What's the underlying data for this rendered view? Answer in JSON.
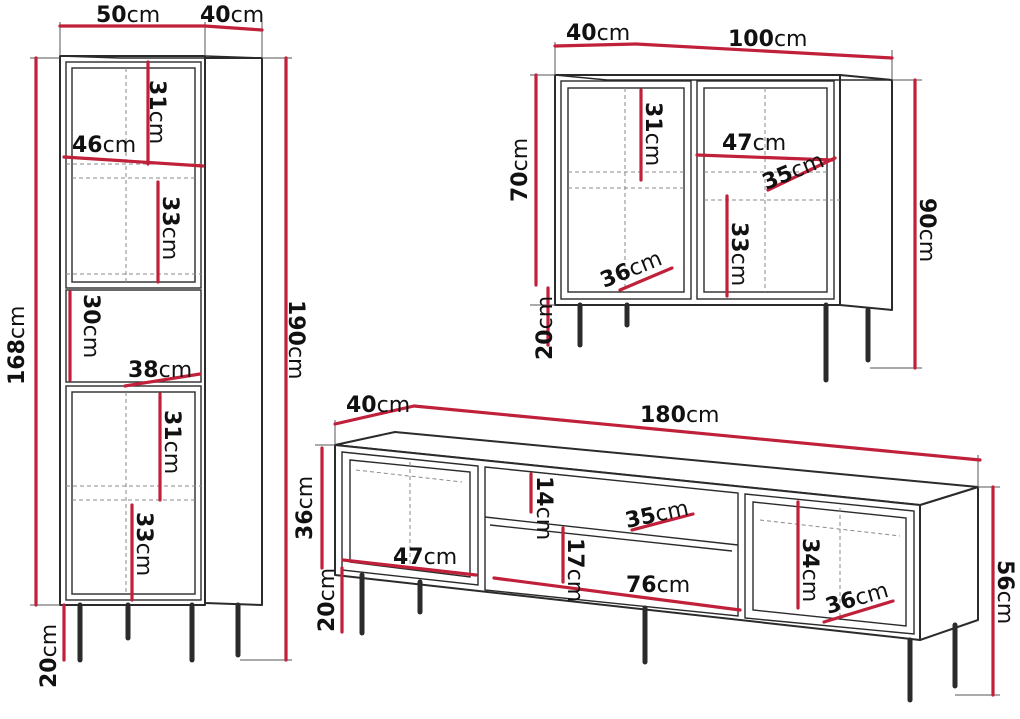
{
  "colors": {
    "outline": "#2b2b2b",
    "dimension_line": "#c0203a",
    "hidden_line": "#8a8a8a",
    "text": "#111111"
  },
  "tall_cabinet": {
    "width": {
      "num": "50",
      "unit": "cm"
    },
    "depth": {
      "num": "40",
      "unit": "cm"
    },
    "body_height": {
      "num": "168",
      "unit": "cm"
    },
    "total_height": {
      "num": "190",
      "unit": "cm"
    },
    "leg_height": {
      "num": "20",
      "unit": "cm"
    },
    "top_shelf_height": {
      "num": "31",
      "unit": "cm"
    },
    "inner_width": {
      "num": "46",
      "unit": "cm"
    },
    "upper_compartment": {
      "num": "33",
      "unit": "cm"
    },
    "open_niche": {
      "num": "30",
      "unit": "cm"
    },
    "niche_depth": {
      "num": "38",
      "unit": "cm"
    },
    "lower_shelf_height": {
      "num": "31",
      "unit": "cm"
    },
    "bottom_compartment": {
      "num": "33",
      "unit": "cm"
    }
  },
  "sideboard": {
    "depth": {
      "num": "40",
      "unit": "cm"
    },
    "width": {
      "num": "100",
      "unit": "cm"
    },
    "body_height": {
      "num": "70",
      "unit": "cm"
    },
    "total_height": {
      "num": "90",
      "unit": "cm"
    },
    "leg_height": {
      "num": "20",
      "unit": "cm"
    },
    "upper_shelf": {
      "num": "31",
      "unit": "cm"
    },
    "inner_width": {
      "num": "47",
      "unit": "cm"
    },
    "shelf_depth": {
      "num": "35",
      "unit": "cm"
    },
    "lower_shelf": {
      "num": "33",
      "unit": "cm"
    },
    "bottom_depth": {
      "num": "36",
      "unit": "cm"
    }
  },
  "tv_stand": {
    "depth": {
      "num": "40",
      "unit": "cm"
    },
    "width": {
      "num": "180",
      "unit": "cm"
    },
    "body_height": {
      "num": "36",
      "unit": "cm"
    },
    "total_height": {
      "num": "56",
      "unit": "cm"
    },
    "leg_height": {
      "num": "20",
      "unit": "cm"
    },
    "drawer_height": {
      "num": "14",
      "unit": "cm"
    },
    "shelf_depth": {
      "num": "35",
      "unit": "cm"
    },
    "left_width": {
      "num": "47",
      "unit": "cm"
    },
    "middle_lower": {
      "num": "17",
      "unit": "cm"
    },
    "middle_width": {
      "num": "76",
      "unit": "cm"
    },
    "right_height": {
      "num": "34",
      "unit": "cm"
    },
    "right_depth": {
      "num": "36",
      "unit": "cm"
    }
  }
}
